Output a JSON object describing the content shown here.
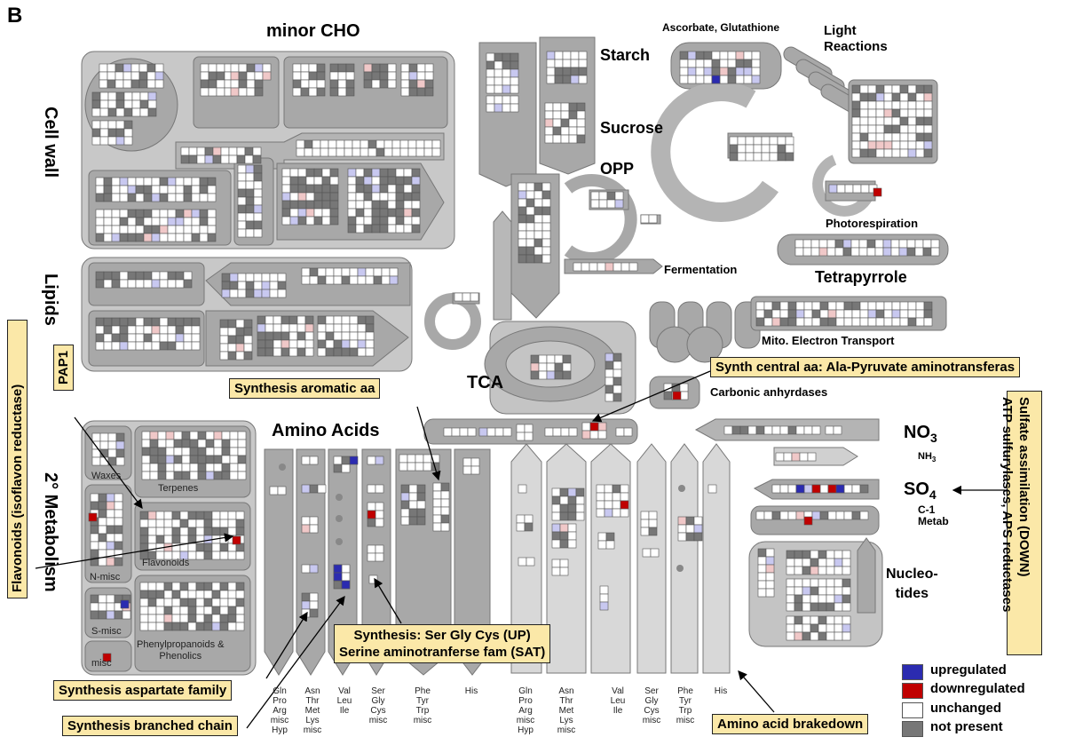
{
  "panel_letter": "B",
  "colors": {
    "upregulated": "#2b2bb0",
    "downregulated": "#c00000",
    "unchanged": "#ffffff",
    "not_present": "#777777",
    "panel_bg": "#c8c8c8",
    "box_bg": "#a8a8a8",
    "callout_bg": "#fbe8a8"
  },
  "labels": {
    "minor_cho": "minor CHO",
    "cell_wall": "Cell wall",
    "lipids": "Lipids",
    "secondary_metabolism": "2° Metabolism",
    "starch": "Starch",
    "sucrose": "Sucrose",
    "opp": "OPP",
    "ascorbate": "Ascorbate, Glutathione",
    "light_reactions": "Light\nReactions",
    "photorespiration": "Photorespiration",
    "tetrapyrrole": "Tetrapyrrole",
    "fermentation": "Fermentation",
    "mito": "Mito. Electron Transport",
    "tca": "TCA",
    "carbonic": "Carbonic anhyrdases",
    "amino_acids": "Amino Acids",
    "no3": "NO",
    "no3_sub": "3",
    "nh3": "NH",
    "nh3_sub": "3",
    "so4": "SO",
    "so4_sub": "4",
    "c1_metab": "C-1\nMetab",
    "nucleotides": "Nucleo-\ntides",
    "waxes": "Waxes",
    "terpenes": "Terpenes",
    "n_misc": "N-misc",
    "flavonoids": "Flavonoids",
    "s_misc": "S-misc",
    "misc": "misc",
    "phenylpropanoids": "Phenylpropanoids &\nPhenolics"
  },
  "columns_synthesis": [
    "Gln\nPro\nArg\nmisc\nHyp",
    "Asn\nThr\nMet\nLys\nmisc",
    "Val\nLeu\nIle",
    "Ser\nGly\nCys\nmisc",
    "Phe\nTyr\nTrp\nmisc",
    "His"
  ],
  "columns_degradation": [
    "Gln\nPro\nArg\nmisc\nHyp",
    "Asn\nThr\nMet\nLys\nmisc",
    "Val\nLeu\nIle",
    "Ser\nGly\nCys\nmisc",
    "Phe\nTyr\nTrp\nmisc",
    "His"
  ],
  "callouts": {
    "flavonoids": "Flavonoids (isoflavon reductase)",
    "pap1": "PAP1",
    "synthesis_aromatic": "Synthesis aromatic aa",
    "synth_central": "Synth central aa: Ala-Pyruvate aminotransferas",
    "sulfate": "Sulfate assimilation (DOWN)\nATP sulfurylases, APS reductases",
    "ser_gly_cys_1": "Synthesis: Ser Gly Cys (UP)",
    "ser_gly_cys_2": "Serine aminotranferse fam (SAT)",
    "aspartate": "Synthesis aspartate family",
    "branched": "Synthesis branched chain",
    "brakedown": "Amino acid brakedown"
  },
  "legend": [
    {
      "label": "upregulated",
      "color": "#2b2bb0"
    },
    {
      "label": "downregulated",
      "color": "#c00000"
    },
    {
      "label": "unchanged",
      "color": "#ffffff"
    },
    {
      "label": "not present",
      "color": "#777777"
    }
  ]
}
